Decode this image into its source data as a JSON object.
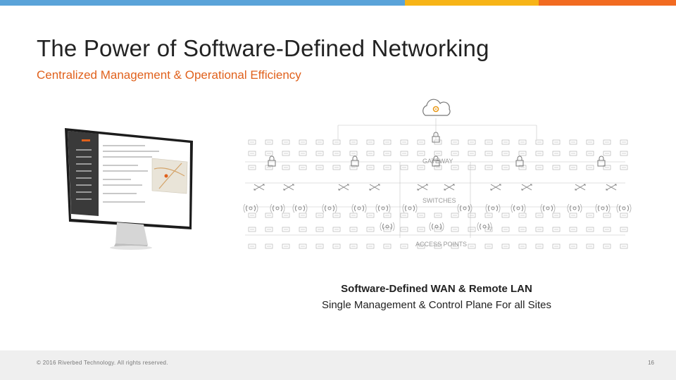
{
  "slide": {
    "title": "The Power of Software-Defined Networking",
    "subtitle": "Centralized Management & Operational Efficiency",
    "caption_bold": "Software-Defined WAN & Remote LAN",
    "caption": "Single Management & Control Plane For all Sites",
    "copyright": "© 2016 Riverbed Technology. All rights reserved.",
    "page_number": "16"
  },
  "diagram": {
    "labels": {
      "gateway": "GATEWAY",
      "switches": "SWITCHES",
      "access_points": "ACCESS POINTS"
    },
    "icons": [
      "cloud-gear-icon",
      "lock-icon",
      "switch-icon",
      "wireless-icon",
      "monitor-icon"
    ]
  },
  "colors": {
    "bar_blue": "#5aa3d9",
    "bar_yellow": "#f7b417",
    "bar_orange": "#f26b21",
    "subtitle": "#e0611c"
  }
}
